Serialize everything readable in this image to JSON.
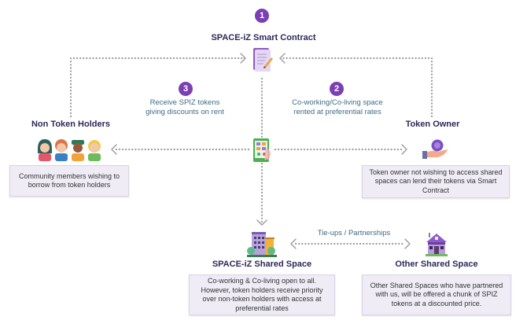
{
  "nodes": {
    "smart_contract": {
      "step": "1",
      "title": "SPACE-iZ Smart Contract",
      "icon": "contract-icon"
    },
    "non_token_holders": {
      "title": "Non Token Holders",
      "icon": "people-group-icon",
      "description": "Community members wishing to borrow from token holders"
    },
    "token_owner": {
      "title": "Token Owner",
      "icon": "hand-holding-coin-icon",
      "description": "Token owner not wishing to access shared spaces can lend their tokens via Smart Contract"
    },
    "app_hub": {
      "icon": "mobile-app-icon"
    },
    "spaceiz_shared_space": {
      "title": "SPACE-iZ Shared Space",
      "icon": "building-icon",
      "description": "Co-working & Co-living open to all. However, token holders receive priority over non-token holders with access at preferential rates"
    },
    "other_shared_space": {
      "title": "Other Shared Space",
      "icon": "house-icon",
      "description": "Other Shared Spaces who have partnered with us, will be offered a chunk of SPIZ tokens at a discounted price."
    }
  },
  "flows": {
    "step3": {
      "step": "3",
      "label_line1": "Receive SPIZ tokens",
      "label_line2": "giving discounts on rent"
    },
    "step2": {
      "step": "2",
      "label_line1": "Co-working/Co-living space",
      "label_line2": "rented at preferential rates"
    },
    "partnership": {
      "label": "Tie-ups / Partnerships"
    }
  },
  "colors": {
    "badge": "#7b3fb3",
    "title": "#2c2a5a",
    "flow_label": "#3f6a86",
    "desc_bg": "#efecf6",
    "connector": "#9a9a9a"
  }
}
